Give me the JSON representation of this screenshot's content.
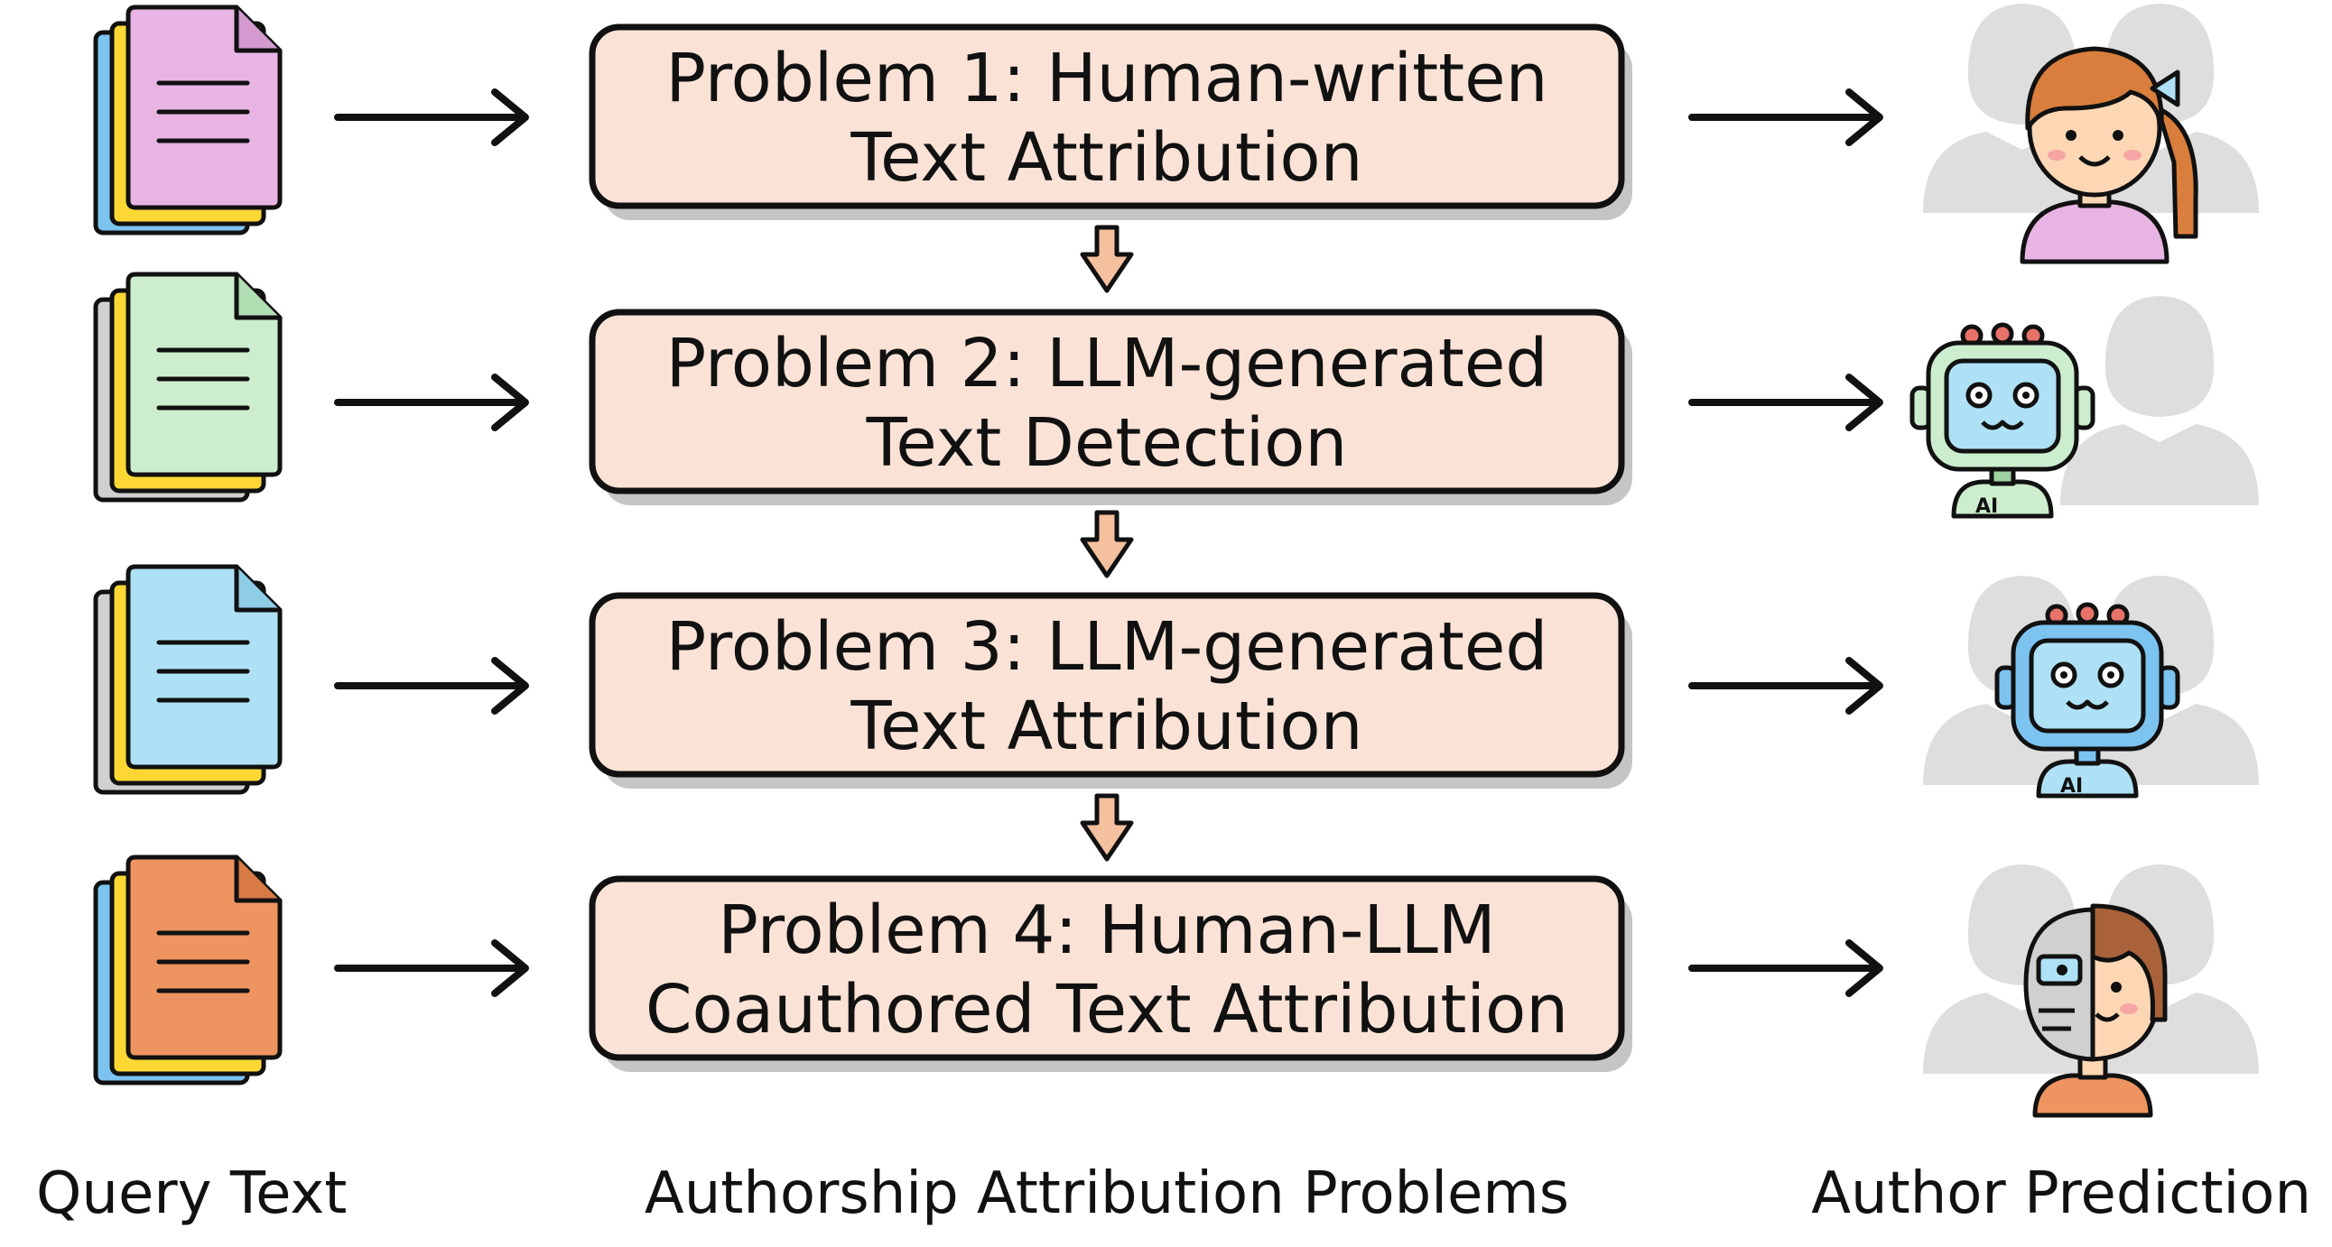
{
  "problems": [
    {
      "line1": "Problem 1: Human-written",
      "line2": "Text Attribution"
    },
    {
      "line1": "Problem 2: LLM-generated",
      "line2": "Text Detection"
    },
    {
      "line1": "Problem 3: LLM-generated",
      "line2": "Text Attribution"
    },
    {
      "line1": "Problem 4: Human-LLM",
      "line2": "Coauthored Text Attribution"
    }
  ],
  "footer": {
    "query_label": "Query Text",
    "problems_label": "Authorship Attribution Problems",
    "prediction_label": "Author Prediction"
  },
  "robot_badge": "AI",
  "colors": {
    "box_fill": "#FAE3D6",
    "box_stroke": "#111111",
    "down_arrow_fill": "#F4C09E",
    "doc1": "#E8B4E3",
    "doc2": "#CDEECE",
    "doc3": "#AEE1F5",
    "doc4": "#EE9460",
    "back_yellow": "#FDD835",
    "back_blue": "#7CC3F0",
    "back_gray": "#D0D0D0",
    "silhouette": "#DEDEDE",
    "hair": "#D97E3C",
    "skin": "#FDD7B4",
    "robot_green": "#CDEECE",
    "robot_blue": "#AEE1F5",
    "robot_red": "#E67269"
  },
  "icons": {
    "query_docs": "document-stack-icon",
    "arrow": "right-arrow-icon",
    "down_arrow": "down-arrow-icon",
    "human_author": "woman-avatar-icon",
    "robot_author": "robot-avatar-icon",
    "cyborg_author": "human-robot-avatar-icon",
    "silhouette": "person-silhouette-icon"
  }
}
